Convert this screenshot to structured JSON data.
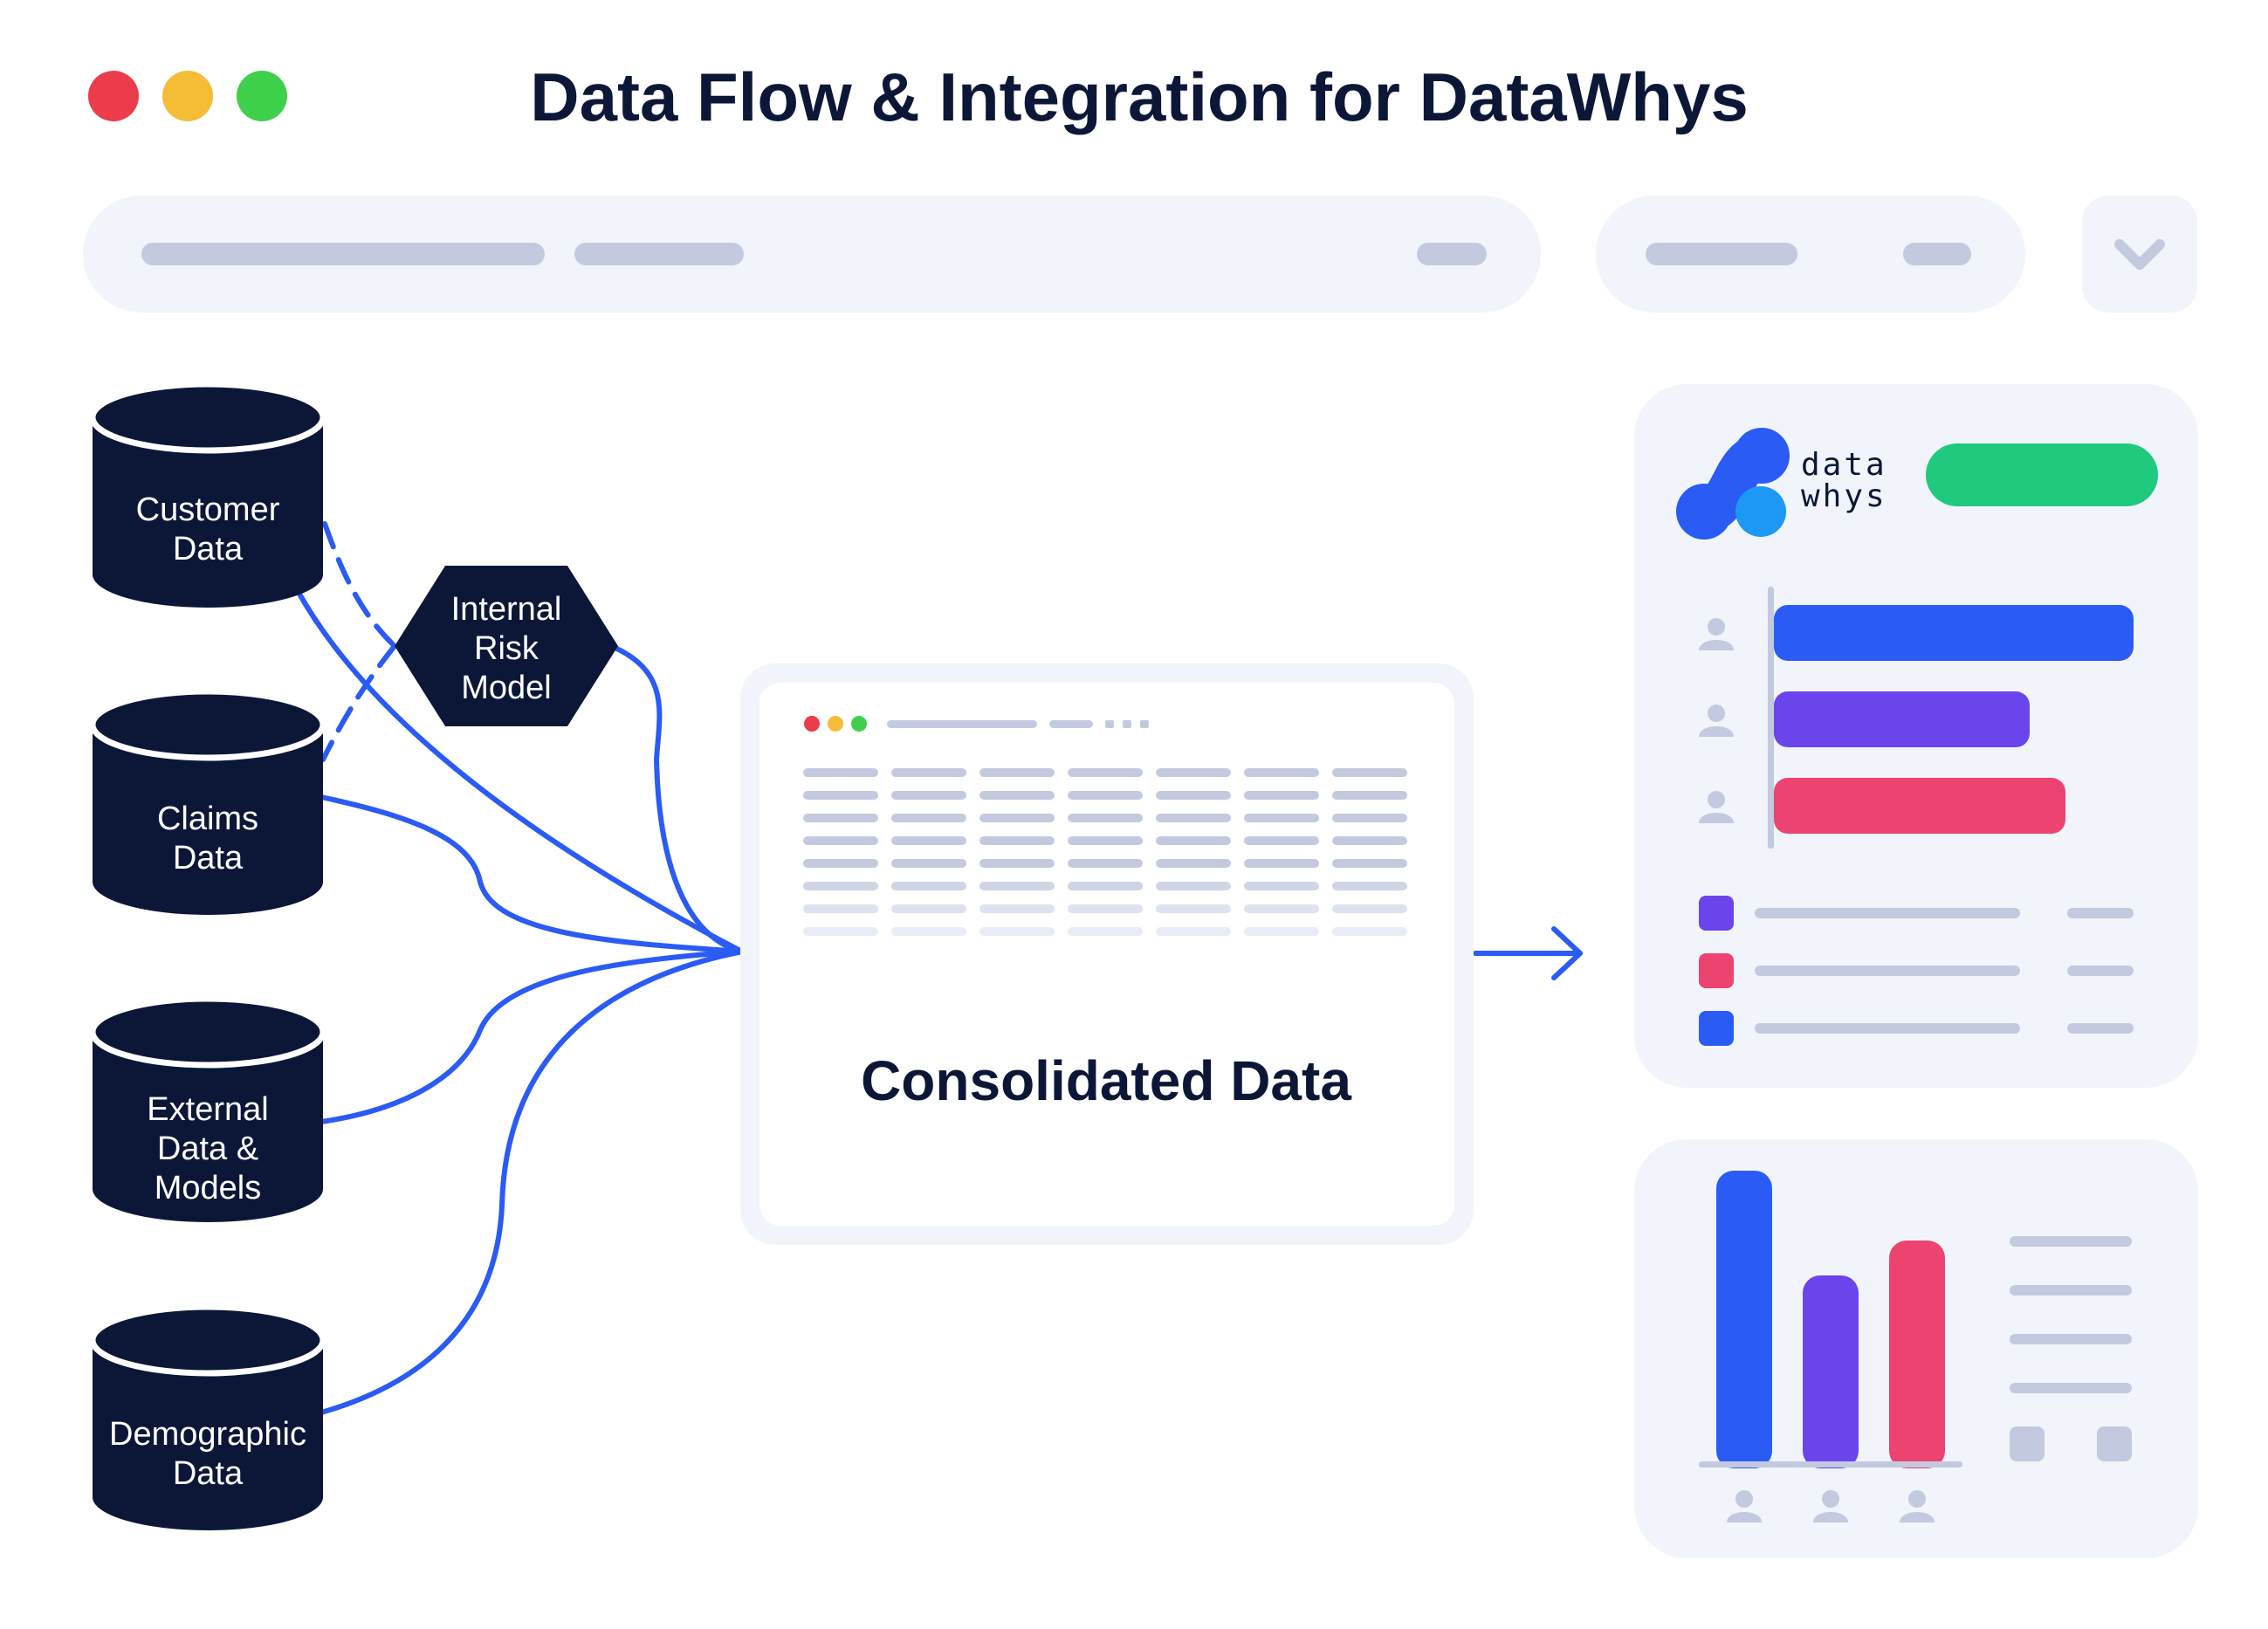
{
  "header": {
    "title": "Data Flow & Integration for DataWhys",
    "window_controls": [
      "close-dot",
      "minimize-dot",
      "maximize-dot"
    ],
    "dropdown_icon": "chevron-down-icon"
  },
  "sources": [
    {
      "lines": [
        "Customer",
        "Data"
      ]
    },
    {
      "lines": [
        "Claims",
        "Data"
      ]
    },
    {
      "lines": [
        "External",
        "Data &",
        "Models"
      ]
    },
    {
      "lines": [
        "Demographic",
        "Data"
      ]
    }
  ],
  "risk_model": {
    "lines": [
      "Internal",
      "Risk",
      "Model"
    ]
  },
  "consolidated": {
    "label": "Consolidated Data"
  },
  "brand": {
    "line1": "data",
    "line2": "whys"
  },
  "dashboard": {
    "horizontal_bars": {
      "values": [
        1.0,
        0.71,
        0.81
      ],
      "colors": [
        "#2b5bf5",
        "#6a45ec",
        "#ec4370"
      ]
    },
    "legend_colors": [
      "#6a45ec",
      "#ec4370",
      "#2b5bf5"
    ],
    "vertical_bars": {
      "values": [
        1.0,
        0.64,
        0.76
      ],
      "colors": [
        "#2b5bf5",
        "#6a45ec",
        "#ec4370"
      ]
    }
  },
  "colors": {
    "navy": "#0c1738",
    "accent_blue": "#2b5bf5",
    "purple": "#6a45ec",
    "pink": "#ec4370",
    "green": "#1fc97e",
    "panel_bg": "#f1f4fb",
    "placeholder": "#c3cadf",
    "dot_red": "#ec3b4b",
    "dot_yellow": "#f5bd36",
    "dot_green": "#3fd04b"
  }
}
